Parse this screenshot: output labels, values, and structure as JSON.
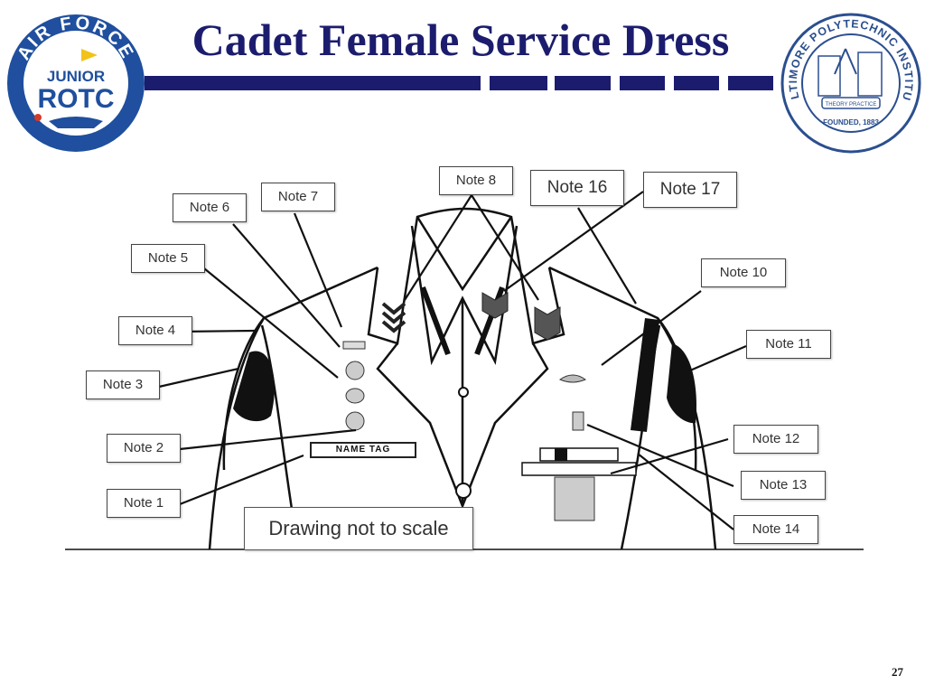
{
  "slide": {
    "title": "Cadet Female Service Dress",
    "page_number": "27"
  },
  "logo_left": {
    "arc_text": "AIR FORCE",
    "line1": "JUNIOR",
    "line2": "ROTC"
  },
  "logo_right": {
    "arc_text": "BALTIMORE POLYTECHNIC INSTITUTE",
    "motto": "THEORY PRACTICE",
    "founded": "FOUNDED, 1883"
  },
  "figure": {
    "scale_note": "Drawing not to scale",
    "name_tag": "NAME TAG",
    "notes": {
      "n1": "Note 1",
      "n2": "Note 2",
      "n3": "Note 3",
      "n4": "Note 4",
      "n5": "Note 5",
      "n6": "Note 6",
      "n7": "Note 7",
      "n8": "Note 8",
      "n10": "Note 10",
      "n11": "Note 11",
      "n12": "Note 12",
      "n13": "Note 13",
      "n14": "Note 14",
      "n16": "Note 16",
      "n17": "Note 17"
    }
  },
  "colors": {
    "title": "#1c1c6e",
    "rule": "#1c1c6e",
    "logo_blue": "#1f4f9e",
    "logo_gold": "#f2c21b"
  }
}
